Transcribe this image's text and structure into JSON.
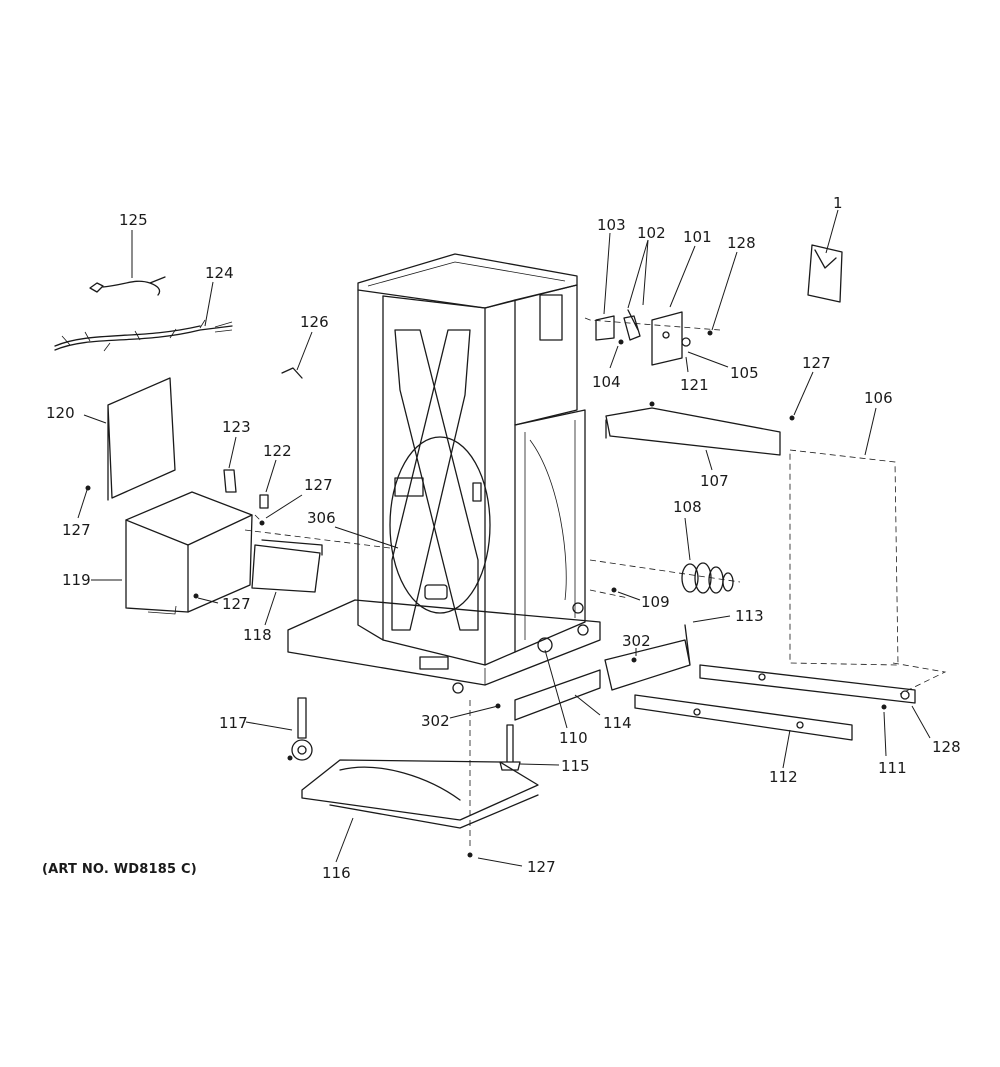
{
  "art_number": "(ART NO. WD8185 C)",
  "colors": {
    "line": "#1a1a1a",
    "background": "#ffffff"
  },
  "callouts": {
    "c1": "1",
    "c101": "101",
    "c102": "102",
    "c103": "103",
    "c104": "104",
    "c105": "105",
    "c106": "106",
    "c107": "107",
    "c108": "108",
    "c109": "109",
    "c110": "110",
    "c111": "111",
    "c112": "112",
    "c113": "113",
    "c114": "114",
    "c115": "115",
    "c116": "116",
    "c117": "117",
    "c118": "118",
    "c119": "119",
    "c120": "120",
    "c121": "121",
    "c122": "122",
    "c123": "123",
    "c124": "124",
    "c125": "125",
    "c126": "126",
    "c127a": "127",
    "c127b": "127",
    "c127c": "127",
    "c127d": "127",
    "c127e": "127",
    "c128a": "128",
    "c128b": "128",
    "c302a": "302",
    "c302b": "302",
    "c306": "306"
  }
}
